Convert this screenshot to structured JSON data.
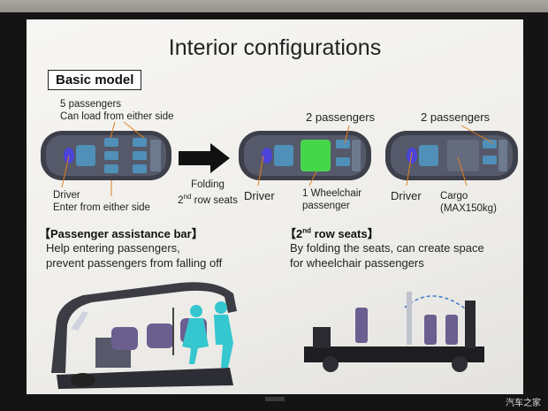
{
  "slide": {
    "title": "Interior configurations",
    "model_label": "Basic model",
    "diagram1": {
      "passengers_line1": "5 passengers",
      "passengers_line2": "Can load from either side",
      "driver": "Driver",
      "enter": "Enter from either side"
    },
    "folding_line1": "Folding",
    "folding_line2_num": "2",
    "folding_line2_sup": "nd",
    "folding_line2_rest": " row seats",
    "diagram2": {
      "passengers": "2 passengers",
      "driver": "Driver",
      "wheelchair_line1": "1 Wheelchair",
      "wheelchair_line2": "passenger"
    },
    "diagram3": {
      "passengers": "2 passengers",
      "driver": "Driver",
      "cargo_line1": "Cargo",
      "cargo_line2": "(MAX150kg)"
    },
    "section1": {
      "heading": "【Passenger assistance bar】",
      "line1": "Help entering passengers,",
      "line2": "prevent passengers from falling off"
    },
    "section2": {
      "heading_pre": "【2",
      "heading_sup": "nd",
      "heading_post": " row seats】",
      "line1": "By folding the seats, can create space",
      "line2": "for wheelchair passengers"
    }
  },
  "watermark": "汽车之家",
  "colors": {
    "vehicle_body": "#3d3f4a",
    "seat_blue": "#4f8fb8",
    "wheelchair_green": "#45d64a",
    "figure_cyan": "#35c7cf",
    "seat_purple": "#6a5f8f",
    "arrow": "#111111"
  }
}
